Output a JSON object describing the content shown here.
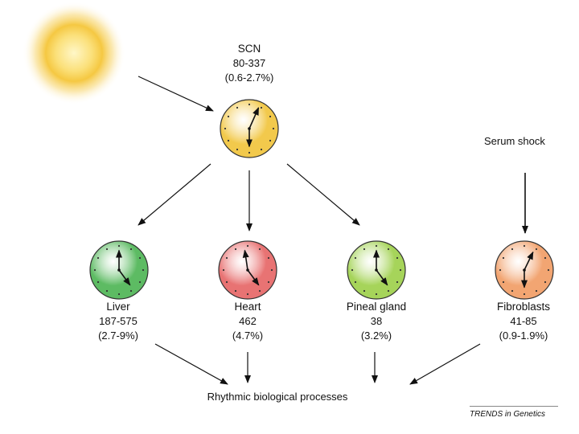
{
  "diagram": {
    "source": {
      "label": "SCN",
      "count": "80-337",
      "percent": "(0.6-2.7%)",
      "color": "#f2c94c"
    },
    "tissues": [
      {
        "label": "Liver",
        "count": "187-575",
        "percent": "(2.7-9%)",
        "color": "#5dbb63"
      },
      {
        "label": "Heart",
        "count": "462",
        "percent": "(4.7%)",
        "color": "#e87373"
      },
      {
        "label": "Pineal gland",
        "count": "38",
        "percent": "(3.2%)",
        "color": "#a6d45a"
      },
      {
        "label": "Fibroblasts",
        "count": "41-85",
        "percent": "(0.9-1.9%)",
        "color": "#f2a572"
      }
    ],
    "serum_shock": "Serum shock",
    "output": "Rhythmic biological processes",
    "credit": {
      "italic": "TRENDS",
      "connector": "in",
      "italic2": "Genetics"
    },
    "sun_color": "#f7c531"
  }
}
